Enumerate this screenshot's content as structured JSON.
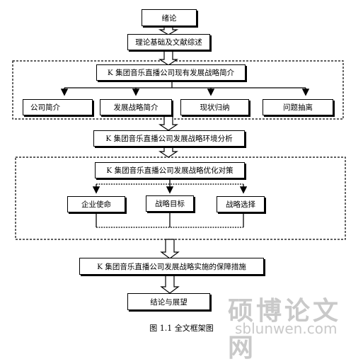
{
  "diagram": {
    "nodes": {
      "intro": "绪论",
      "theory": "理论基础及文献综述",
      "current": "K 集团音乐直播公司现有发展战略简介",
      "company": "公司简介",
      "strategy_intro": "发展战略简介",
      "status": "现状归纳",
      "problems": "问题抽离",
      "environment": "K 集团音乐直播公司发展战略环境分析",
      "optimization": "K 集团音乐直播公司发展战略优化对策",
      "mission": "企业使命",
      "goal": "战略目标",
      "choice": "战略选择",
      "measures": "K 集团音乐直播公司发展战略实施的保障措施",
      "conclusion": "结论与展望"
    },
    "caption": "图 1.1  全文框架图"
  },
  "watermark": {
    "cn": "硕博论文网",
    "url": "sblunwen.com"
  }
}
